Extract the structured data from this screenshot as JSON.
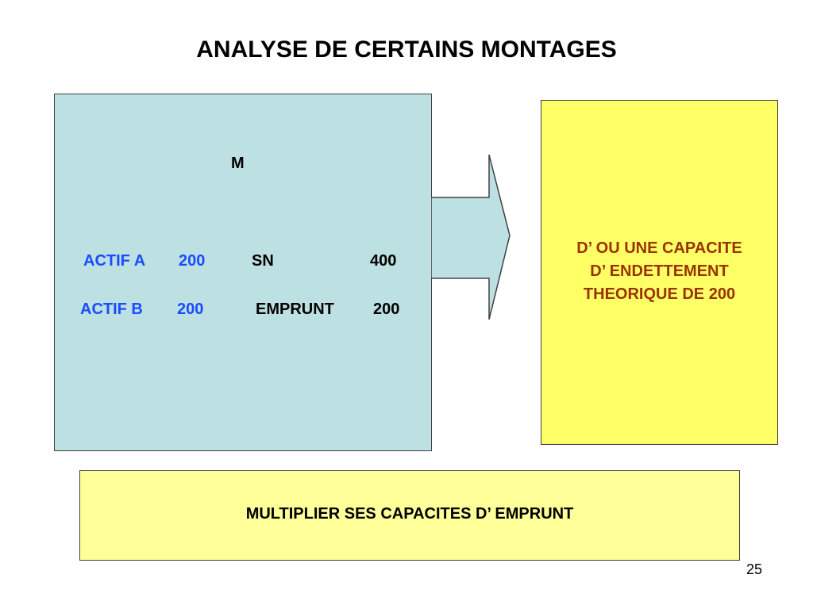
{
  "slide": {
    "title": "ANALYSE DE CERTAINS MONTAGES",
    "page_number": "25"
  },
  "balance": {
    "entity": "M",
    "rows": [
      {
        "asset_label": "ACTIF A",
        "asset_value": "200",
        "liability_label": "SN",
        "liability_value": "400"
      },
      {
        "asset_label": "ACTIF B",
        "asset_value": "200",
        "liability_label": "EMPRUNT",
        "liability_value": "200"
      }
    ]
  },
  "capacity": {
    "lines": [
      "D’ OU UNE CAPACITE",
      "D’ ENDETTEMENT",
      "THEORIQUE DE 200"
    ]
  },
  "conclusion": {
    "text": "MULTIPLIER SES CAPACITES D’ EMPRUNT"
  },
  "colors": {
    "balance_fill": "#bde0e3",
    "capacity_fill": "#ffff66",
    "conclusion_fill": "#ffff99",
    "asset_text": "#1a4cff",
    "capacity_text": "#993300"
  }
}
